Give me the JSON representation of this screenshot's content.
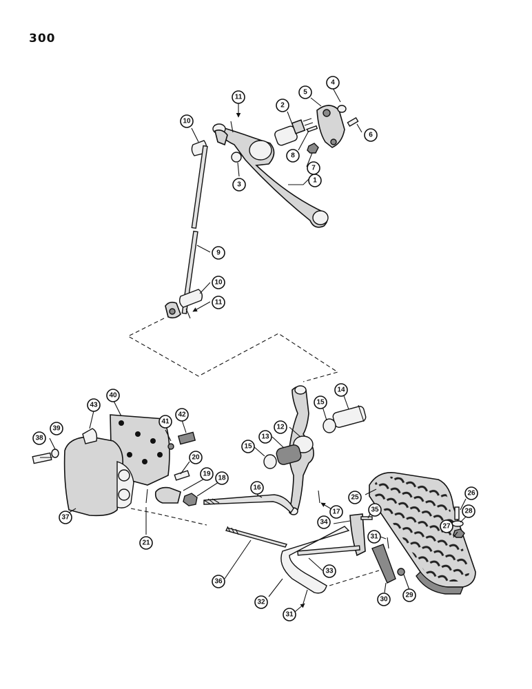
{
  "page": {
    "number": "300"
  },
  "callouts": [
    "1",
    "2",
    "3",
    "4",
    "5",
    "6",
    "7",
    "8",
    "9",
    "10",
    "10",
    "11",
    "11",
    "12",
    "13",
    "14",
    "15",
    "15",
    "16",
    "17",
    "18",
    "19",
    "20",
    "21",
    "25",
    "26",
    "27",
    "28",
    "29",
    "30",
    "31",
    "31",
    "32",
    "33",
    "34",
    "35",
    "36",
    "37",
    "38",
    "39",
    "40",
    "41",
    "42",
    "43"
  ]
}
